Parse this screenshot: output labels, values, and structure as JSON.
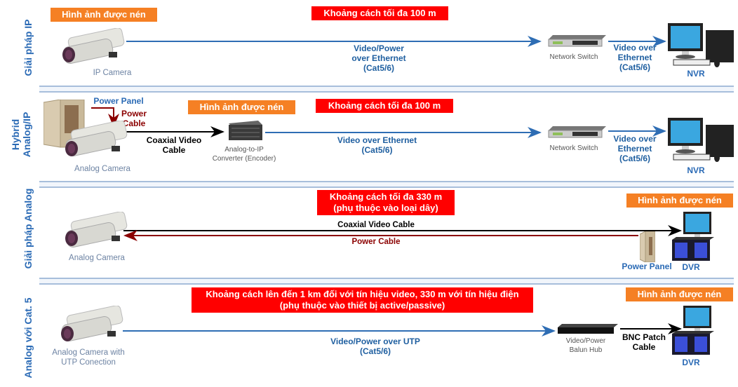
{
  "sections": [
    {
      "label": "Giải pháp IP",
      "compressed_badge": "Hình ảnh được nén",
      "distance_badge": "Khoảng cách tối đa 100 m",
      "camera_label": "IP Camera",
      "link1_label": [
        "Video/Power",
        "over Ethernet",
        "(Cat5/6)"
      ],
      "switch_label": "Network Switch",
      "link2_label": [
        "Video over",
        "Ethernet",
        "(Cat5/6)"
      ],
      "recorder_label": "NVR"
    },
    {
      "label": [
        "Hybrid",
        "Analog/IP"
      ],
      "power_panel_label": "Power Panel",
      "power_cable_label": [
        "Power",
        "Cable"
      ],
      "compressed_badge": "Hình ảnh được nén",
      "distance_badge": "Khoảng cách tối đa 100 m",
      "camera_label": "Analog Camera",
      "coax_label": [
        "Coaxial Video",
        "Cable"
      ],
      "encoder_label": [
        "Analog-to-IP",
        "Converter (Encoder)"
      ],
      "link1_label": [
        "Video over Ethernet",
        "(Cat5/6)"
      ],
      "switch_label": "Network Switch",
      "link2_label": [
        "Video over",
        "Ethernet",
        "(Cat5/6)"
      ],
      "recorder_label": "NVR"
    },
    {
      "label": "Giải pháp Analog",
      "distance_badge": [
        "Khoảng cách tối đa 330 m",
        "(phụ thuộc vào loại dây)"
      ],
      "compressed_badge": "Hình ảnh được nén",
      "camera_label": "Analog Camera",
      "coax_label": "Coaxial Video Cable",
      "power_label": "Power Cable",
      "power_panel_label": "Power Panel",
      "recorder_label": "DVR"
    },
    {
      "label": "Analog với Cat. 5",
      "distance_badge": [
        "Khoảng cách lên đến 1 km đối với tín hiệu video, 330 m với tín hiệu điện",
        "(phụ thuộc vào thiết bị active/passive)"
      ],
      "compressed_badge": "Hình ảnh được nén",
      "camera_label": [
        "Analog Camera with",
        "UTP Conection"
      ],
      "link1_label": [
        "Video/Power over UTP",
        "(Cat5/6)"
      ],
      "hub_label": [
        "Video/Power",
        "Balun Hub"
      ],
      "bnc_label": [
        "BNC Patch",
        "Cable"
      ],
      "recorder_label": "DVR"
    }
  ],
  "colors": {
    "label_blue": "#2a6ab5",
    "link_blue": "#2e6db4",
    "badge_orange": "#f58024",
    "badge_red": "#ff0000",
    "power_red": "#8b0000",
    "separator": "#a7bedb"
  }
}
